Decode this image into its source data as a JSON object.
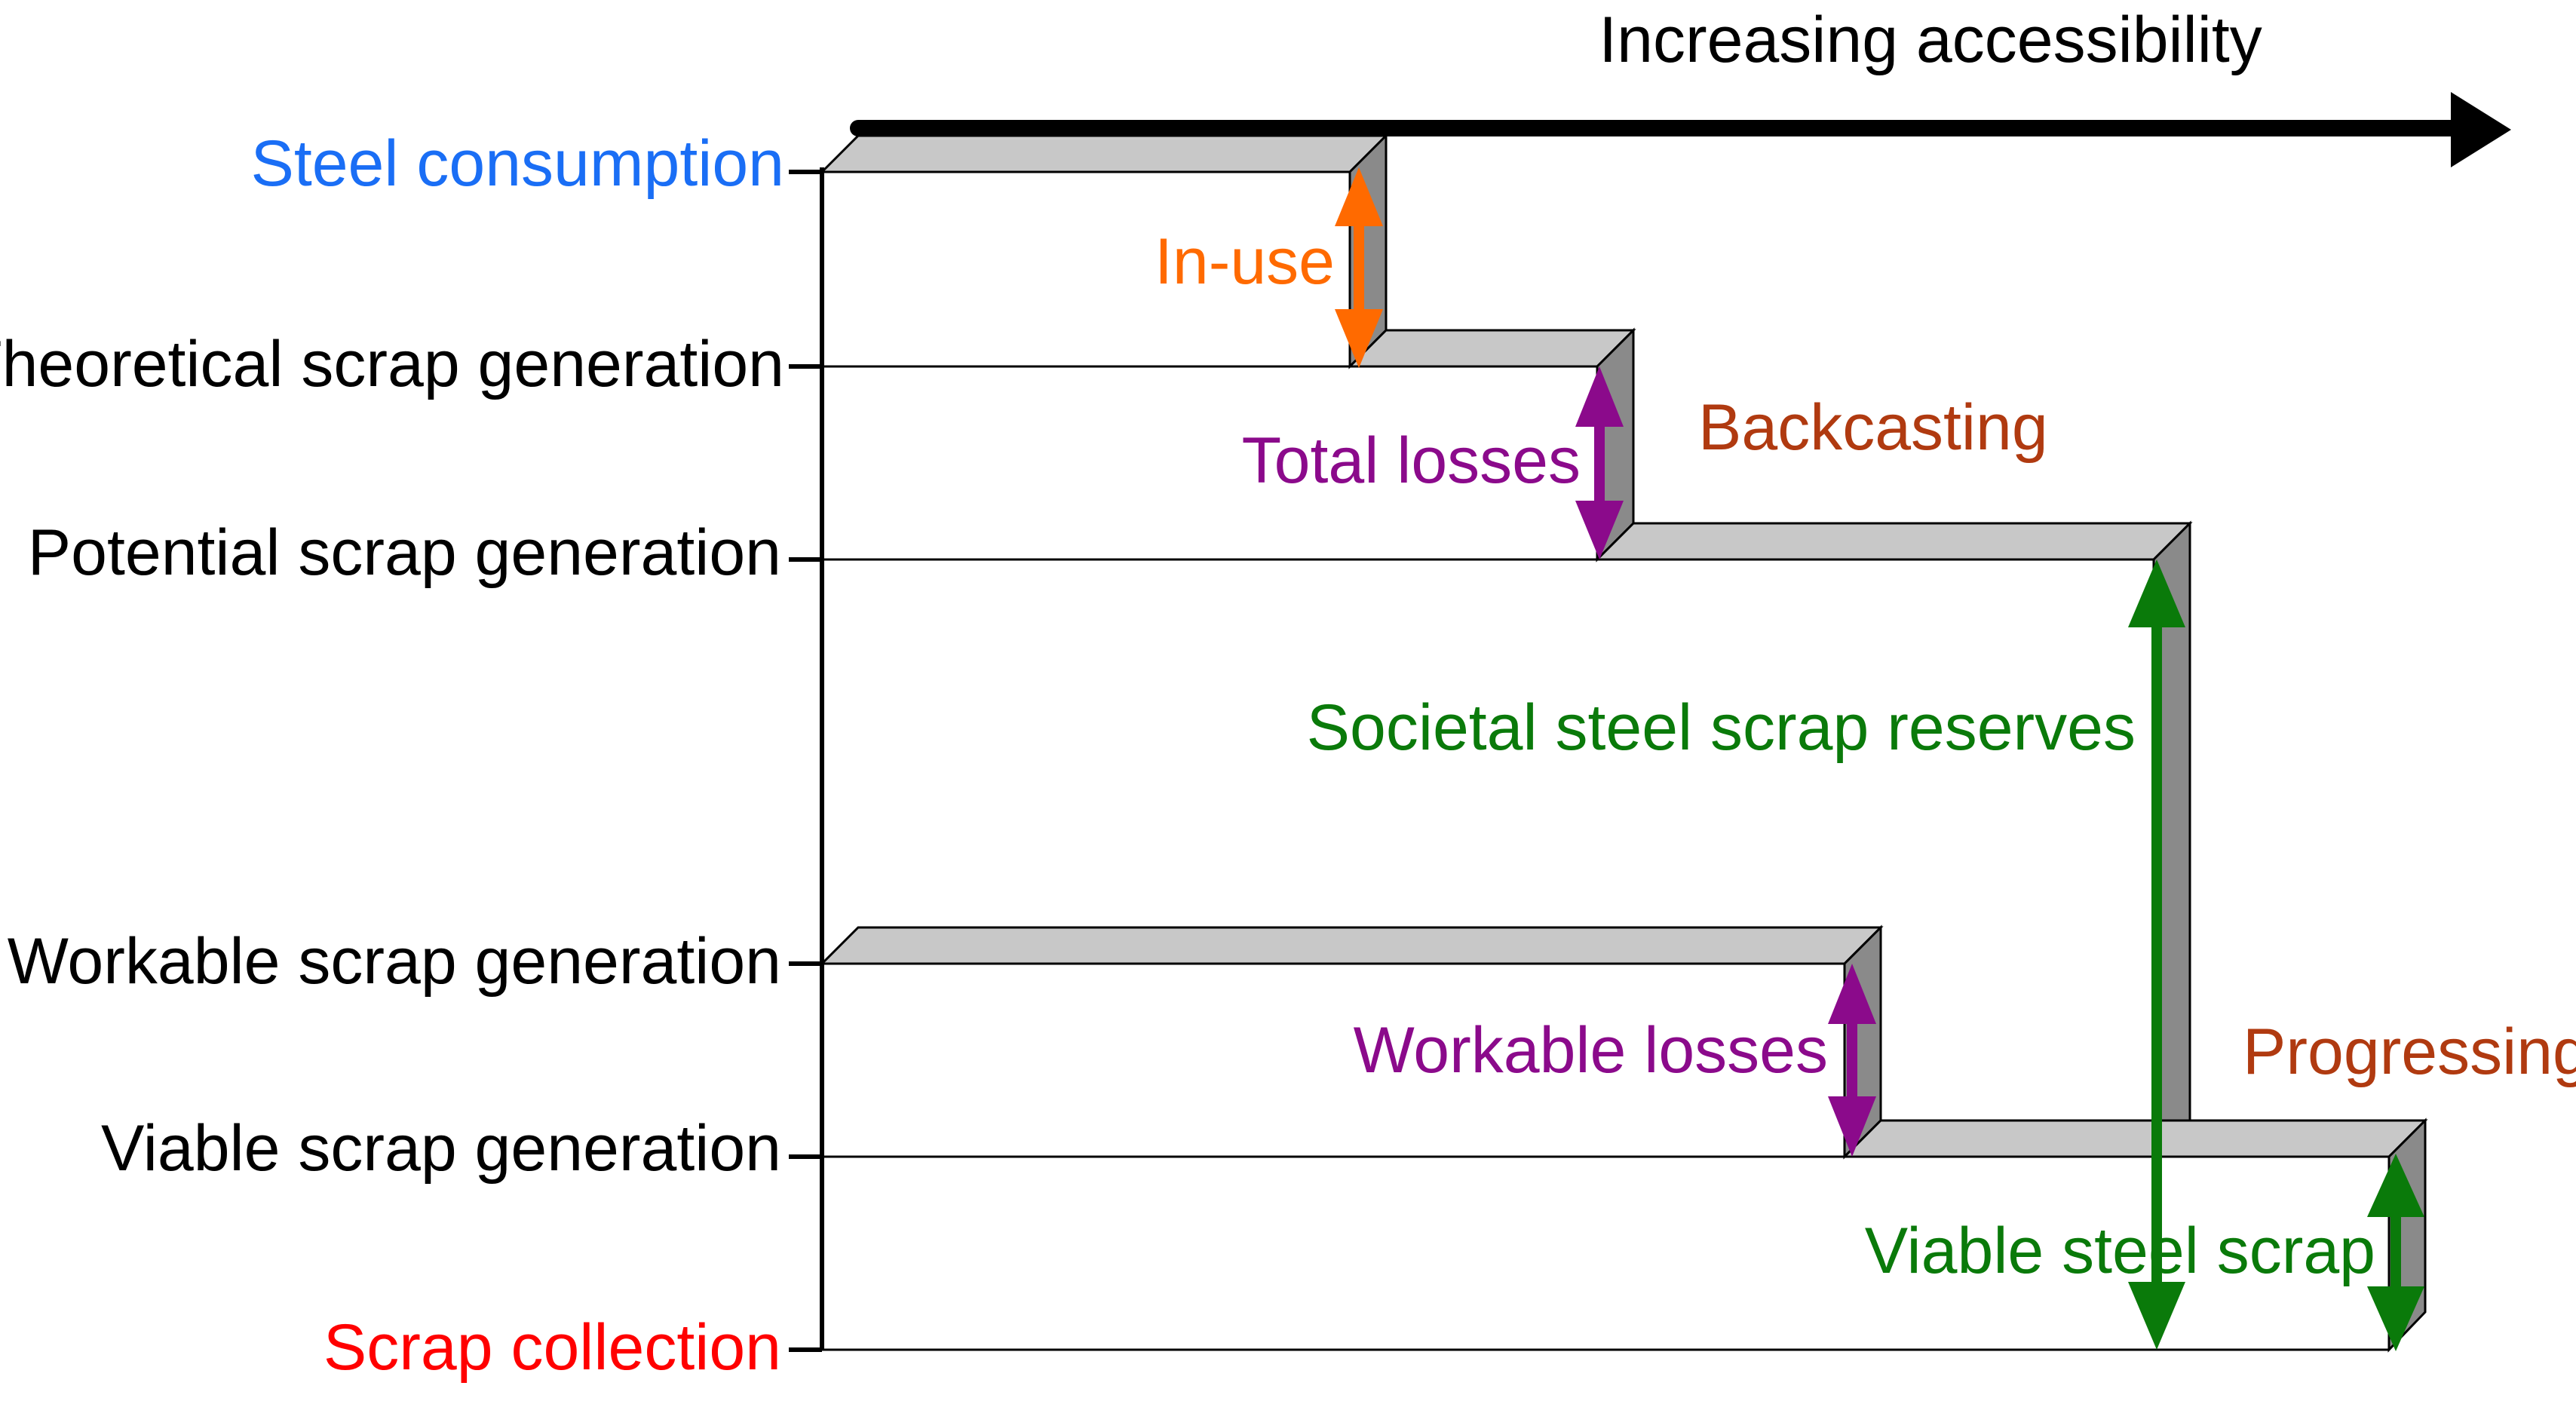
{
  "title": "Increasing accessibility",
  "levels": [
    {
      "key": "steel_consumption",
      "label": "Steel consumption",
      "color": "#1a6ef5"
    },
    {
      "key": "theoretical",
      "label": "Theoretical scrap generation",
      "color": "#000000"
    },
    {
      "key": "potential",
      "label": "Potential scrap generation",
      "color": "#000000"
    },
    {
      "key": "workable",
      "label": "Workable scrap generation",
      "color": "#000000"
    },
    {
      "key": "viable",
      "label": "Viable scrap generation",
      "color": "#000000"
    },
    {
      "key": "collection",
      "label": "Scrap collection",
      "color": "#ff0000"
    }
  ],
  "annotations": {
    "in_use": {
      "label": "In-use",
      "color": "#ff6a00"
    },
    "total_losses": {
      "label": "Total losses",
      "color": "#8b0a8b"
    },
    "backcasting": {
      "label": "Backcasting",
      "color": "#b03a10"
    },
    "societal_reserves": {
      "label": "Societal steel scrap reserves",
      "color": "#0a7a0a"
    },
    "workable_losses": {
      "label": "Workable losses",
      "color": "#8b0a8b"
    },
    "progressing": {
      "label": "Progressing",
      "color": "#b03a10"
    },
    "viable_scrap": {
      "label": "Viable steel scrap",
      "color": "#0a7a0a"
    }
  },
  "colors": {
    "step_top": "#c8c8c8",
    "step_side": "#8a8a8a",
    "line": "#000000"
  }
}
